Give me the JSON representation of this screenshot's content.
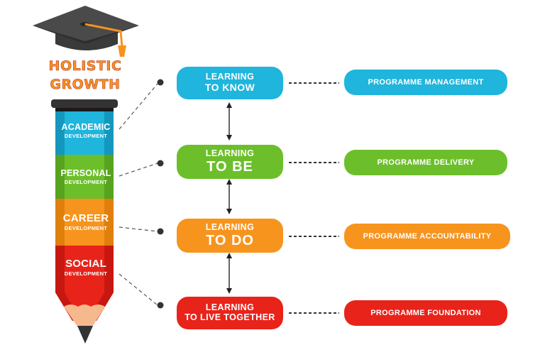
{
  "title": {
    "line1": "HOLISTIC",
    "line2": "GROWTH"
  },
  "pencil_segments": [
    {
      "line1": "ACADEMIC",
      "line2": "DEVELOPMENT",
      "color": "#1fb5dc"
    },
    {
      "line1": "PERSONAL",
      "line2": "DEVELOPMENT",
      "color": "#6cbf2a"
    },
    {
      "line1": "CAREER",
      "line2": "DEVELOPMENT",
      "color": "#f7941d"
    },
    {
      "line1": "SOCIAL",
      "line2": "DEVELOPMENT",
      "color": "#e8231a"
    }
  ],
  "pillars": [
    {
      "line1": "LEARNING",
      "line2": "TO KNOW",
      "color": "#1fb5dc"
    },
    {
      "line1": "LEARNING",
      "line2": "TO BE",
      "color": "#6cbf2a"
    },
    {
      "line1": "LEARNING",
      "line2": "TO DO",
      "color": "#f7941d"
    },
    {
      "line1": "LEARNING",
      "line2": "TO LIVE TOGETHER",
      "color": "#e8231a"
    }
  ],
  "programmes": [
    {
      "label": "PROGRAMME MANAGEMENT",
      "color": "#1fb5dc"
    },
    {
      "label": "PROGRAMME DELIVERY",
      "color": "#6cbf2a"
    },
    {
      "label": "PROGRAMME ACCOUNTABILITY",
      "color": "#f7941d"
    },
    {
      "label": "PROGRAMME FOUNDATION",
      "color": "#e8231a"
    }
  ]
}
